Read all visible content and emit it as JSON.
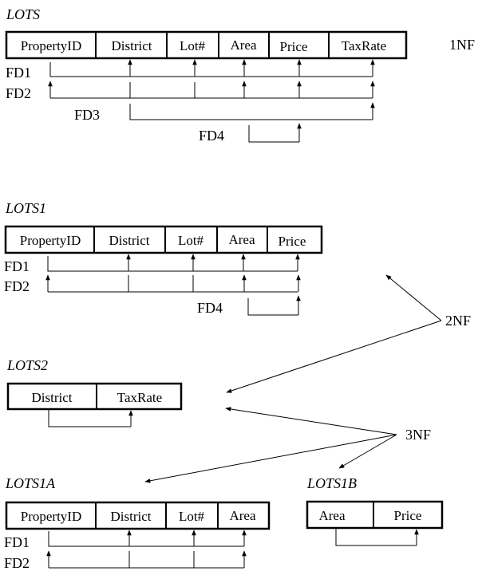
{
  "diagram": {
    "normal_forms": {
      "first": "1NF",
      "second": "2NF",
      "third": "3NF"
    },
    "relations": [
      {
        "id": "lots",
        "name": "LOTS",
        "attributes": [
          "PropertyID",
          "District",
          "Lot#",
          "Area",
          "Price",
          "TaxRate"
        ],
        "fds": [
          {
            "label": "FD1",
            "from": [
              "PropertyID"
            ],
            "to": [
              "District",
              "Lot#",
              "Area",
              "Price",
              "TaxRate"
            ]
          },
          {
            "label": "FD2",
            "from": [
              "District",
              "Lot#"
            ],
            "to": [
              "PropertyID",
              "Area",
              "Price",
              "TaxRate"
            ]
          },
          {
            "label": "FD3",
            "from": [
              "District"
            ],
            "to": [
              "TaxRate"
            ]
          },
          {
            "label": "FD4",
            "from": [
              "Area"
            ],
            "to": [
              "Price"
            ]
          }
        ]
      },
      {
        "id": "lots1",
        "name": "LOTS1",
        "attributes": [
          "PropertyID",
          "District",
          "Lot#",
          "Area",
          "Price"
        ],
        "fds": [
          {
            "label": "FD1",
            "from": [
              "PropertyID"
            ],
            "to": [
              "District",
              "Lot#",
              "Area",
              "Price"
            ]
          },
          {
            "label": "FD2",
            "from": [
              "District",
              "Lot#"
            ],
            "to": [
              "PropertyID",
              "Area",
              "Price"
            ]
          },
          {
            "label": "FD4",
            "from": [
              "Area"
            ],
            "to": [
              "Price"
            ]
          }
        ]
      },
      {
        "id": "lots2",
        "name": "LOTS2",
        "attributes": [
          "District",
          "TaxRate"
        ],
        "fds": [
          {
            "label": "",
            "from": [
              "District"
            ],
            "to": [
              "TaxRate"
            ]
          }
        ]
      },
      {
        "id": "lots1a",
        "name": "LOTS1A",
        "attributes": [
          "PropertyID",
          "District",
          "Lot#",
          "Area"
        ],
        "fds": [
          {
            "label": "FD1",
            "from": [
              "PropertyID"
            ],
            "to": [
              "District",
              "Lot#",
              "Area"
            ]
          },
          {
            "label": "FD2",
            "from": [
              "District",
              "Lot#"
            ],
            "to": [
              "PropertyID",
              "Area"
            ]
          }
        ]
      },
      {
        "id": "lots1b",
        "name": "LOTS1B",
        "attributes": [
          "Area",
          "Price"
        ],
        "fds": [
          {
            "label": "",
            "from": [
              "Area"
            ],
            "to": [
              "Price"
            ]
          }
        ]
      }
    ]
  }
}
